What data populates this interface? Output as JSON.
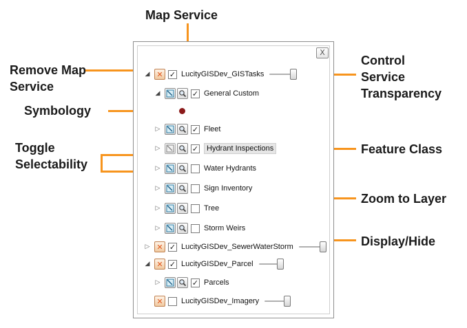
{
  "callouts": {
    "map_service": "Map Service",
    "remove_map_service_1": "Remove Map",
    "remove_map_service_2": "Service",
    "symbology": "Symbology",
    "toggle_selectability_1": "Toggle",
    "toggle_selectability_2": "Selectability",
    "control_transparency_1": "Control",
    "control_transparency_2": "Service",
    "control_transparency_3": "Transparency",
    "feature_class": "Feature Class",
    "zoom_to_layer": "Zoom to Layer",
    "display_hide": "Display/Hide"
  },
  "panel": {
    "close_label": "X",
    "services": [
      {
        "name": "LucityGISDev_GISTasks",
        "expanded": true,
        "checked": true,
        "transparency": 1.0
      },
      {
        "name": "LucityGISDev_SewerWaterStorm",
        "expanded": false,
        "checked": true,
        "transparency": 1.0
      },
      {
        "name": "LucityGISDev_Parcel",
        "expanded": true,
        "checked": true,
        "transparency": 1.0
      },
      {
        "name": "LucityGISDev_Imagery",
        "expanded": false,
        "checked": false,
        "transparency": 1.0
      }
    ],
    "layers": {
      "general_custom": {
        "label": "General Custom",
        "checked": true
      },
      "fleet": {
        "label": "Fleet",
        "checked": true
      },
      "hydrant_inspections": {
        "label": "Hydrant Inspections",
        "checked": true
      },
      "water_hydrants": {
        "label": "Water Hydrants",
        "checked": false
      },
      "sign_inventory": {
        "label": "Sign Inventory",
        "checked": false
      },
      "tree": {
        "label": "Tree",
        "checked": false
      },
      "storm_weirs": {
        "label": "Storm Weirs",
        "checked": false
      },
      "parcels": {
        "label": "Parcels",
        "checked": true
      }
    },
    "symbology_color": "#8b1a1a"
  },
  "colors": {
    "accent": "#f7941d"
  },
  "icons": {
    "remove": "remove-icon",
    "select": "select-icon",
    "zoom": "magnifier-icon"
  }
}
